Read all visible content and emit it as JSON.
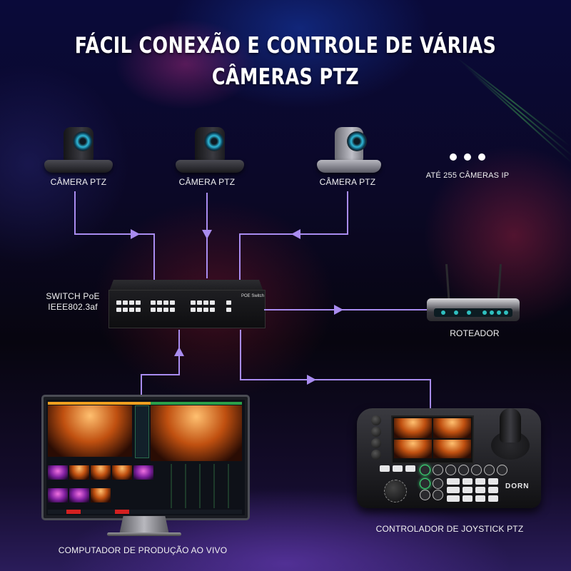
{
  "title": {
    "line1": "FÁCIL CONEXÃO E CONTROLE DE VÁRIAS",
    "line2": "CÂMERAS PTZ"
  },
  "cameras": [
    {
      "label": "CÂMERA PTZ",
      "finish": "black"
    },
    {
      "label": "CÂMERA PTZ",
      "finish": "black"
    },
    {
      "label": "CÂMERA PTZ",
      "finish": "silver"
    }
  ],
  "more_cameras": {
    "icon": "ellipsis-icon",
    "label": "ATÉ 255 CÂMERAS IP"
  },
  "switch": {
    "label_line1": "SWITCH PoE",
    "label_line2": "IEEE802.3af",
    "device_text": "POE Switch"
  },
  "router": {
    "label": "ROTEADOR"
  },
  "computer": {
    "label": "COMPUTADOR DE PRODUÇÃO AO VIVO"
  },
  "controller": {
    "label": "CONTROLADOR DE JOYSTICK PTZ",
    "brand": "DORN"
  },
  "connections": [
    {
      "from": "camera-1",
      "to": "switch",
      "arrow": "right"
    },
    {
      "from": "camera-2",
      "to": "switch",
      "arrow": "down"
    },
    {
      "from": "camera-3",
      "to": "switch",
      "arrow": "left"
    },
    {
      "from": "switch",
      "to": "router",
      "arrow": "right"
    },
    {
      "from": "computer",
      "to": "switch",
      "arrow": "up"
    },
    {
      "from": "switch",
      "to": "controller",
      "arrow": "right"
    }
  ],
  "colors": {
    "connector": "#a98cf0",
    "text": "#ffffff",
    "background_top": "#0a0a3a",
    "background_bottom": "#2a1c5a"
  }
}
